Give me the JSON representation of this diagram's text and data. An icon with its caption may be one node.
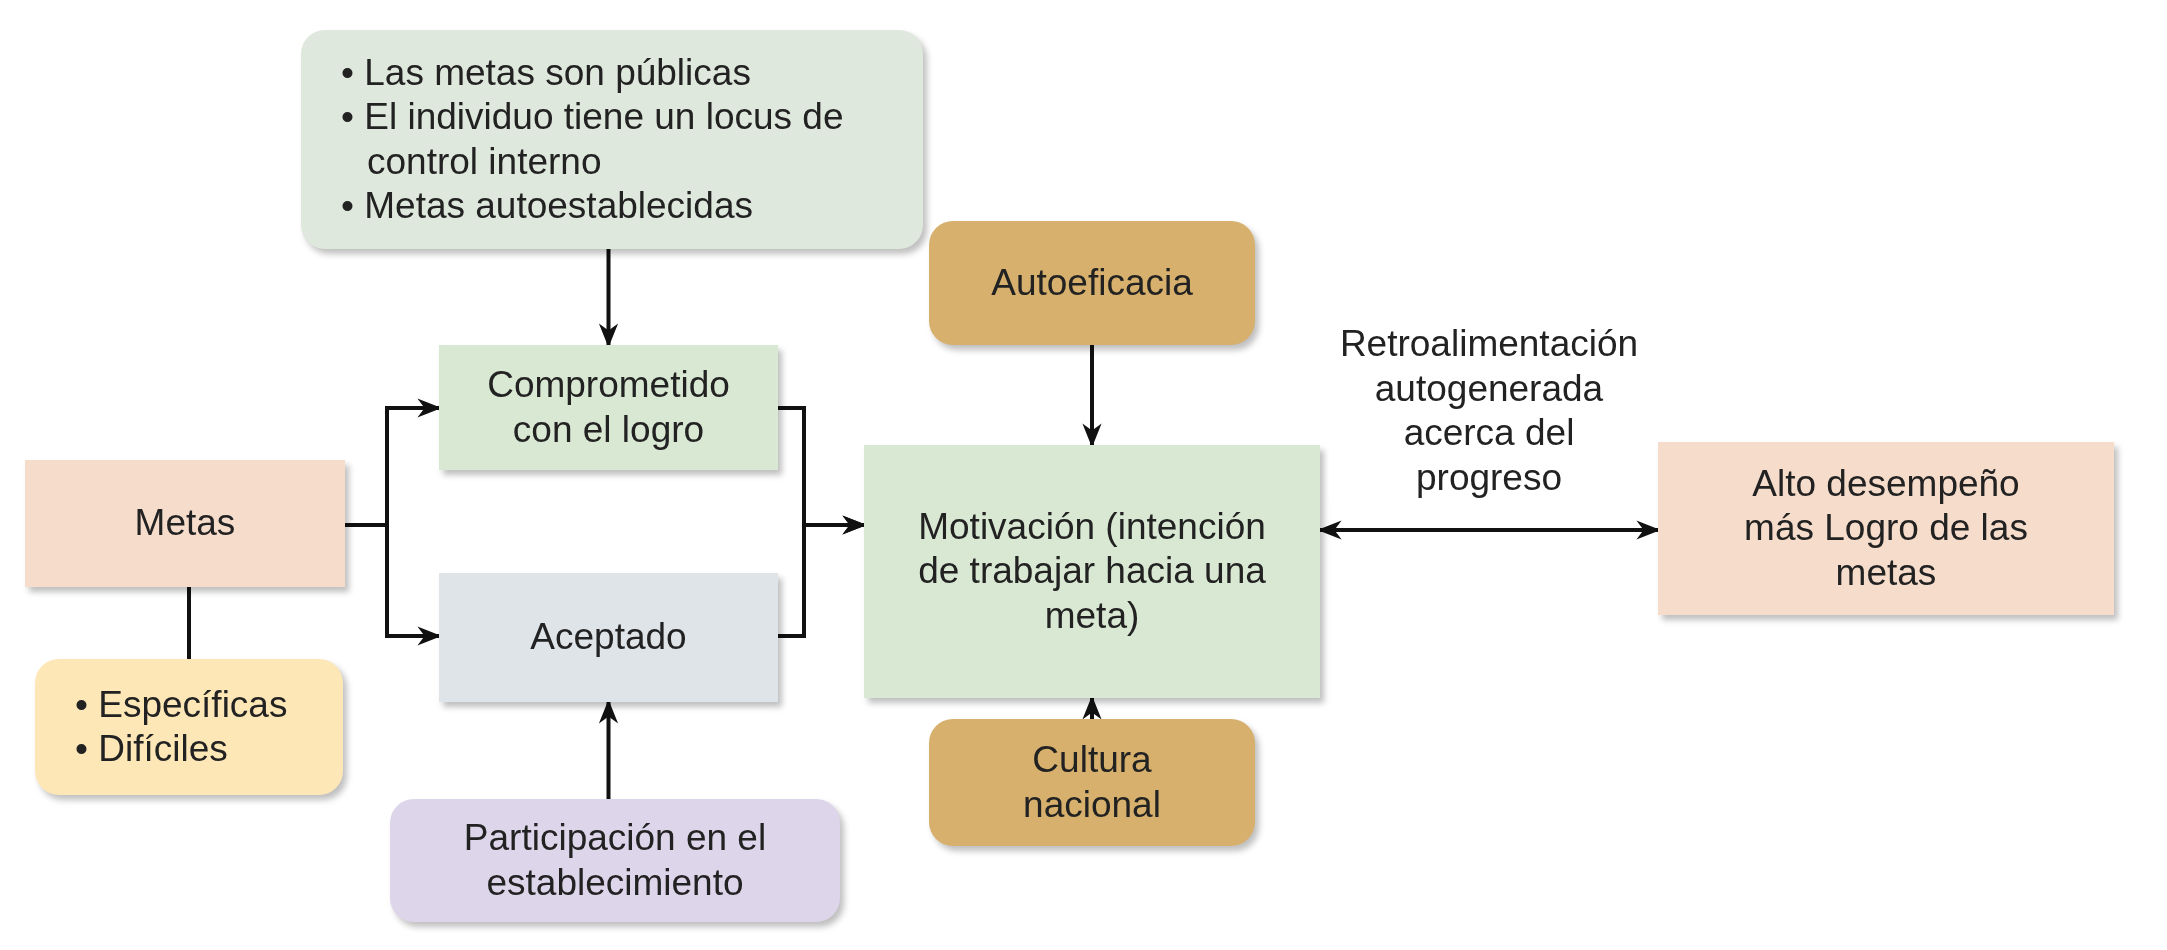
{
  "diagram": {
    "nodes": [
      {
        "text": [
          "• Las metas son públicas",
          "• El individuo tiene un locus de control interno",
          "• Metas autoestablecidas"
        ]
      },
      {
        "text": [
          "Comprometido con el logro"
        ]
      },
      {
        "text": [
          "Metas"
        ]
      },
      {
        "text": [
          "Aceptado"
        ]
      },
      {
        "text": [
          "• Específicas",
          "• Difíciles"
        ]
      },
      {
        "text": [
          "Participación en el establecimiento"
        ]
      },
      {
        "text": [
          "Autoeficacia"
        ]
      },
      {
        "text": [
          "Motivación (intención de trabajar hacia una meta)"
        ]
      },
      {
        "text": [
          "Cultura nacional"
        ]
      },
      {
        "text": [
          "Alto desempeño más Logro de las metas"
        ]
      }
    ],
    "edges": [
      {
        "from": 0,
        "to": 1,
        "arrow": "to"
      },
      {
        "from": 2,
        "to": 1,
        "arrow": "to"
      },
      {
        "from": 2,
        "to": 3,
        "arrow": "to"
      },
      {
        "from": 1,
        "to": 7,
        "arrow": "to"
      },
      {
        "from": 3,
        "to": 7,
        "arrow": "to"
      },
      {
        "from": 2,
        "to": 4,
        "arrow": "none"
      },
      {
        "from": 5,
        "to": 3,
        "arrow": "to"
      },
      {
        "from": 6,
        "to": 7,
        "arrow": "to"
      },
      {
        "from": 8,
        "to": 7,
        "arrow": "to"
      },
      {
        "from": 7,
        "to": 9,
        "arrow": "both",
        "label": "Retroalimentación autogenerada acerca del progreso"
      }
    ]
  }
}
